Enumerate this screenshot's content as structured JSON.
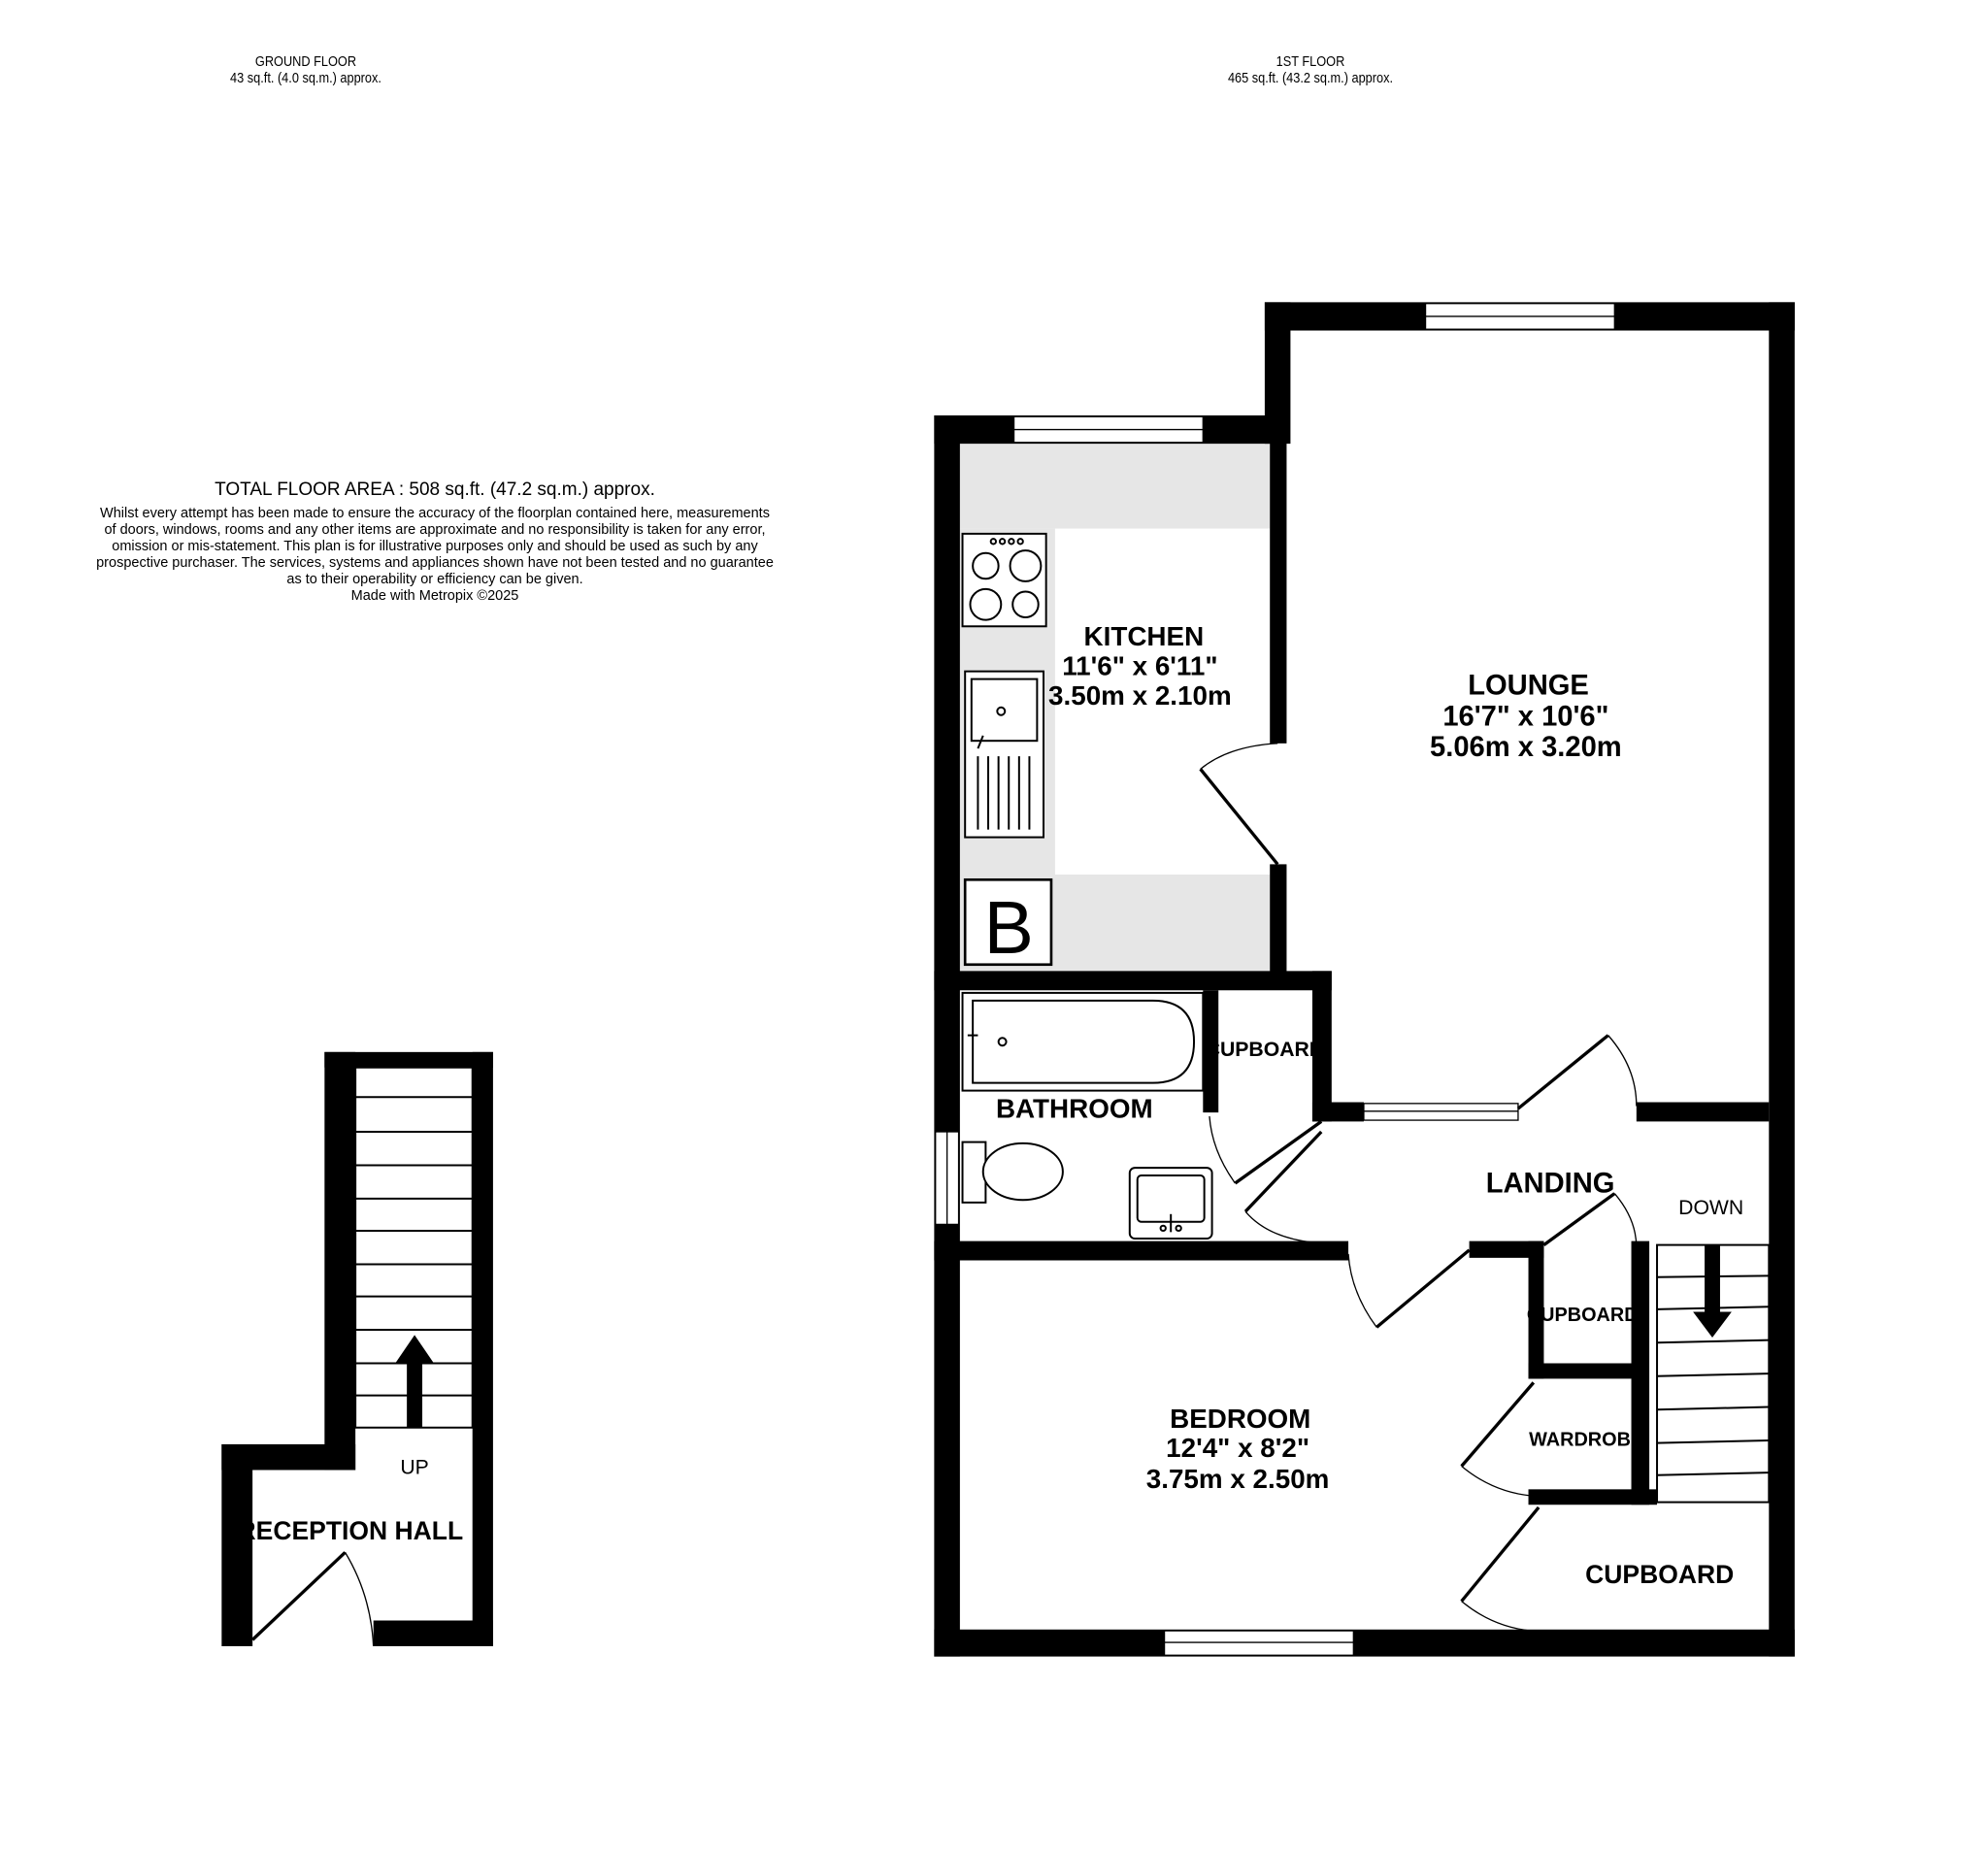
{
  "ground_floor": {
    "title": "GROUND FLOOR",
    "area": "43 sq.ft. (4.0 sq.m.) approx."
  },
  "first_floor": {
    "title": "1ST FLOOR",
    "area": "465 sq.ft. (43.2 sq.m.) approx."
  },
  "total": {
    "title": "TOTAL FLOOR AREA : 508 sq.ft. (47.2 sq.m.) approx.",
    "disclaimer": [
      "Whilst every attempt has been made to ensure the accuracy of the floorplan contained here, measurements",
      "of doors, windows, rooms and any other items are approximate and no responsibility is taken for any error,",
      "omission or mis-statement. This plan is for illustrative purposes only and should be used as such by any",
      "prospective purchaser. The services, systems and appliances shown have not been tested and no guarantee",
      "as to their operability or efficiency can be given."
    ],
    "credit": "Made with Metropix ©2025"
  },
  "rooms": {
    "kitchen": {
      "name": "KITCHEN",
      "imperial": "11'6\"  x 6'11\"",
      "metric": "3.50m  x 2.10m"
    },
    "lounge": {
      "name": "LOUNGE",
      "imperial": "16'7\"  x 10'6\"",
      "metric": "5.06m  x 3.20m"
    },
    "bedroom": {
      "name": "BEDROOM",
      "imperial": "12'4\"  x 8'2\"",
      "metric": "3.75m  x 2.50m"
    },
    "bathroom": {
      "name": "BATHROOM"
    },
    "landing": {
      "name": "LANDING"
    },
    "cupboard_bath": {
      "name": "CUPBOARD"
    },
    "cupboard_landing": {
      "name": "CUPBOARD"
    },
    "wardrobe": {
      "name": "WARDROBE"
    },
    "cupboard_bedroom": {
      "name": "CUPBOARD"
    },
    "reception_hall": {
      "name": "RECEPTION HALL"
    }
  },
  "stairs": {
    "down": "DOWN",
    "up": "UP"
  },
  "boiler": {
    "label": "B"
  }
}
